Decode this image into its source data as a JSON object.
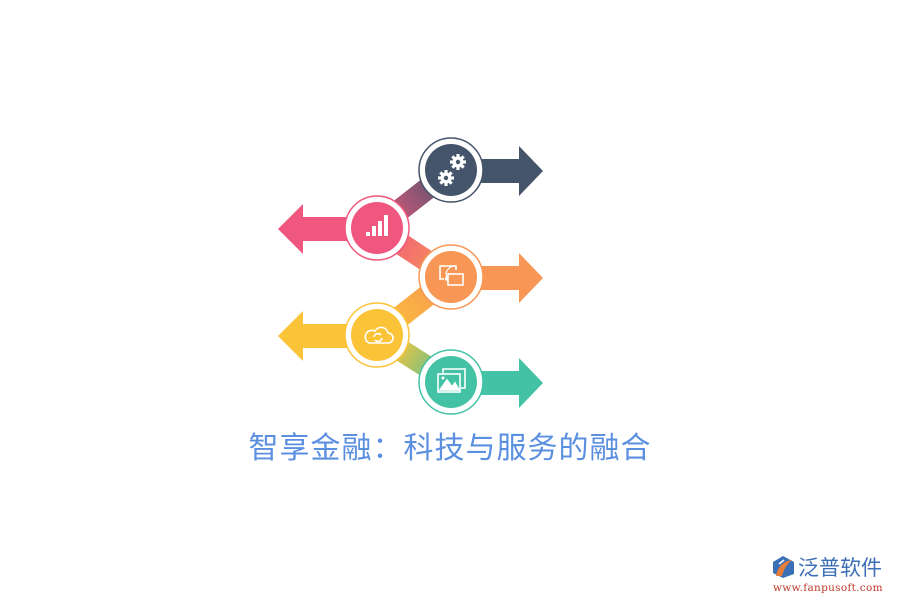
{
  "title": "智享金融：科技与服务的融合",
  "diagram": {
    "type": "zigzag-arrow-infographic",
    "nodes": [
      {
        "index": 1,
        "icon": "gears-icon",
        "color": "#44546a",
        "arrow_direction": "right"
      },
      {
        "index": 2,
        "icon": "bar-chart-icon",
        "color": "#f0577e",
        "arrow_direction": "left"
      },
      {
        "index": 3,
        "icon": "screen-cast-icon",
        "color": "#f79655",
        "arrow_direction": "right"
      },
      {
        "index": 4,
        "icon": "cloud-sync-icon",
        "color": "#fbc338",
        "arrow_direction": "left"
      },
      {
        "index": 5,
        "icon": "image-gallery-icon",
        "color": "#43c2a5",
        "arrow_direction": "right"
      }
    ]
  },
  "colors": {
    "title": "#5b8fe0",
    "background": "#ffffff"
  },
  "logo": {
    "name": "泛普软件",
    "url": "www.fanpusoft.com"
  }
}
